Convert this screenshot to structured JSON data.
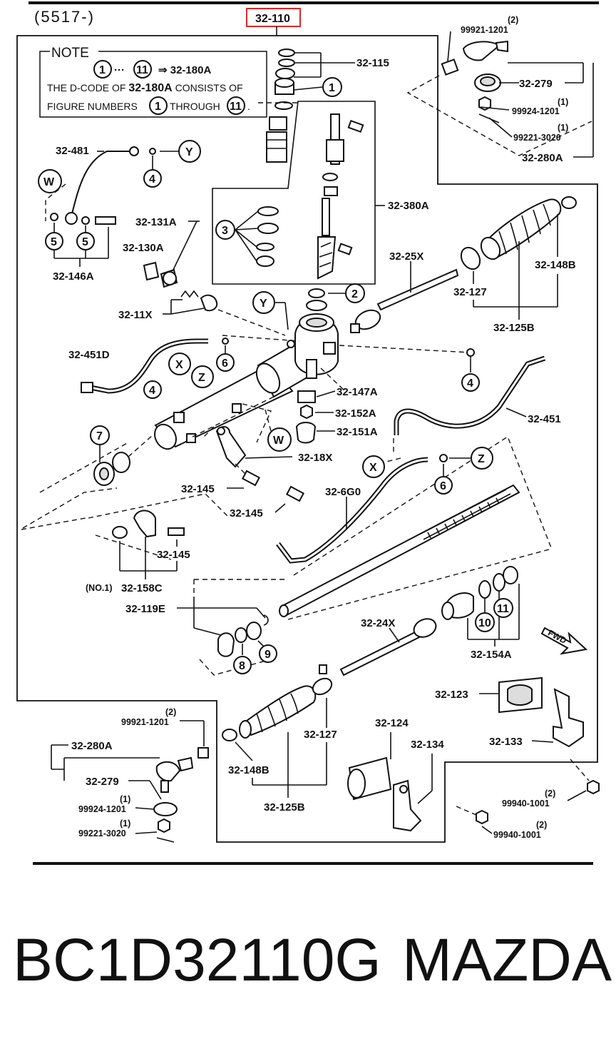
{
  "header": {
    "code": "(5517-)",
    "main_part": "32-110"
  },
  "note": {
    "title": "NOTE",
    "range_start": "1",
    "ellipsis": "···",
    "range_end": "11",
    "arrow_target": "⇒ 32-180A",
    "line2_a": "THE D-CODE OF ",
    "line2_b": "32-180A",
    "line2_c": " CONSISTS OF",
    "line3_a": "FIGURE NUMBERS",
    "line3_num1": "1",
    "line3_b": "THROUGH",
    "line3_num2": "11",
    "line3_end": "."
  },
  "labels": [
    "32-115",
    "99921-1201",
    "(2)",
    "32-279",
    "99924-1201",
    "(1)",
    "99221-3020",
    "(1)",
    "32-280A",
    "32-481",
    "32-380A",
    "32-131A",
    "32-130A",
    "32-146A",
    "32-25X",
    "32-127",
    "32-148B",
    "32-125B",
    "32-11X",
    "32-451D",
    "32-147A",
    "32-152A",
    "32-151A",
    "32-451",
    "32-18X",
    "32-145",
    "32-6G0",
    "32-145",
    "32-145",
    "(NO.1)",
    "32-158C",
    "32-119E",
    "32-24X",
    "32-154A",
    "32-123",
    "32-124",
    "32-134",
    "32-127",
    "32-133",
    "32-148B",
    "32-125B",
    "99921-1201",
    "(2)",
    "32-280A",
    "32-279",
    "99924-1201",
    "(1)",
    "99221-3020",
    "(1)",
    "99940-1001",
    "(2)",
    "99940-1001",
    "(2)",
    "FWD"
  ],
  "callouts": [
    "1",
    "2",
    "3",
    "4",
    "4",
    "4",
    "5",
    "5",
    "6",
    "6",
    "7",
    "8",
    "9",
    "10",
    "11",
    "W",
    "W",
    "X",
    "X",
    "Y",
    "Y",
    "Z",
    "Z"
  ],
  "caption": {
    "part_number": "BC1D32110G",
    "brand": "MAZDA"
  },
  "colors": {
    "highlight_border": "#d62828",
    "ink": "#111111"
  }
}
